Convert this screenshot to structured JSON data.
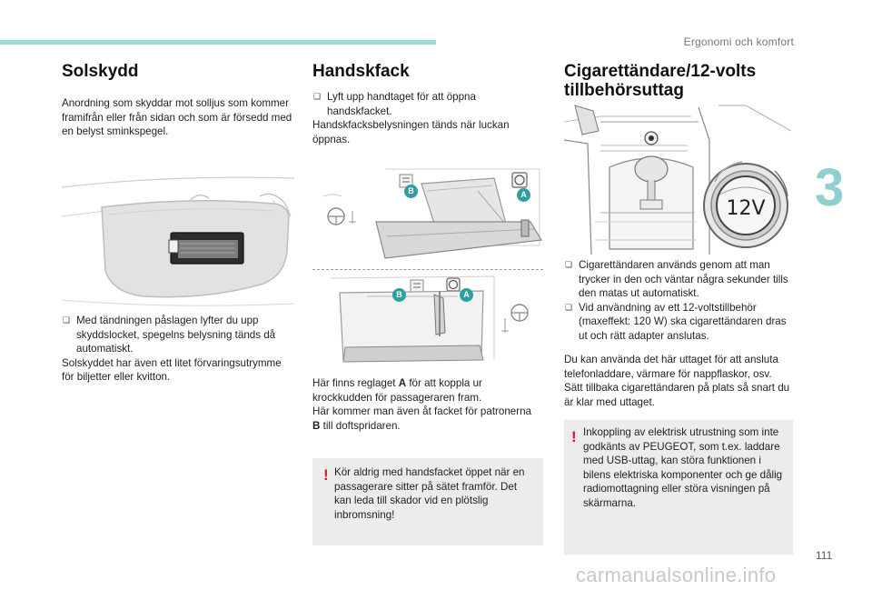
{
  "header": {
    "section": "Ergonomi och komfort",
    "chapter": "3",
    "page_number": "111"
  },
  "watermark": "carmanualsonline.info",
  "col1": {
    "title": "Solskydd",
    "intro": "Anordning som skyddar mot solljus som kommer framifrån eller från sidan och som är försedd med en belyst sminkspegel.",
    "bullet": "Med tändningen påslagen lyfter du upp skyddslocket, spegelns belysning tänds då automatiskt.",
    "after": "Solskyddet har även ett litet förvaringsutrymme för biljetter eller kvitton."
  },
  "col2": {
    "title": "Handskfack",
    "bullet": "Lyft upp handtaget för att öppna handskfacket.",
    "after": "Handskfacksbelysningen tänds när luckan öppnas.",
    "label_a": "A",
    "label_b": "B",
    "para1_before": "Här finns reglaget ",
    "para1_bold": "A",
    "para1_after": " för att koppla ur krockkudden för passageraren fram.",
    "para2_before": "Här kommer man även åt facket för patronerna ",
    "para2_bold": "B",
    "para2_after": " till doftspridaren.",
    "warning": "Kör aldrig med handsfacket öppet när en passagerare sitter på sätet framför. Det kan leda till skador vid en plötslig inbromsning!"
  },
  "col3": {
    "title_line1": "Cigarettändare/12-volts",
    "title_line2": "tillbehörsuttag",
    "socket_label": "12V",
    "bullet1": "Cigarettändaren används genom att man trycker in den och väntar några sekunder tills den matas ut automatiskt.",
    "bullet2": "Vid användning av ett 12-voltstillbehör (maxeffekt: 120 W) ska cigarettändaren dras ut och rätt adapter anslutas.",
    "para": "Du kan använda det här uttaget för att ansluta telefonladdare, värmare för nappflaskor, osv. Sätt tillbaka cigarettändaren på plats så snart du är klar med uttaget.",
    "warning": "Inkoppling av elektrisk utrustning som inte godkänts av PEUGEOT, som t.ex. laddare med USB-uttag, kan störa funktionen i bilens elektriska komponenter och ge dålig radiomottagning eller störa visningen på skärmarna."
  },
  "colors": {
    "accent": "#9fdad9",
    "label_badge": "#2f9ea0",
    "warning_mark": "#d9162a",
    "warning_bg": "#ececec"
  },
  "icons": {
    "bullet": "checkbox-bullet-icon",
    "warning": "exclamation-icon"
  }
}
